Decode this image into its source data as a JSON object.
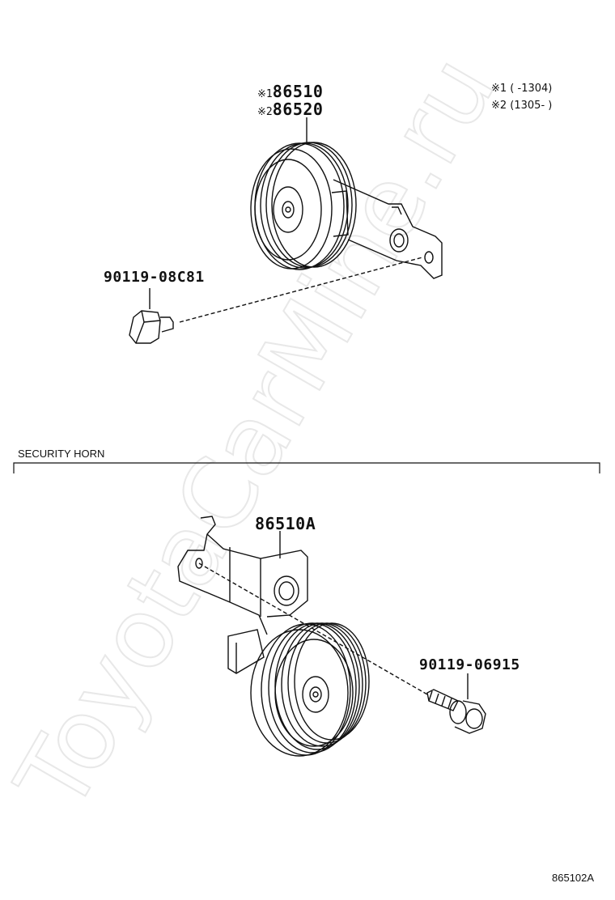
{
  "upper": {
    "horn_ref1": {
      "mark": "※1",
      "number": "86510"
    },
    "horn_ref2": {
      "mark": "※2",
      "number": "86520"
    },
    "notes": [
      "※1 (      -1304)",
      "※2 (1305-      )"
    ],
    "bolt": "90119-08C81"
  },
  "security": {
    "title": "SECURITY HORN",
    "horn": "86510A",
    "bolt": "90119-06915"
  },
  "diagram_code": "865102A",
  "watermark": "ToyotaCarMine.ru"
}
